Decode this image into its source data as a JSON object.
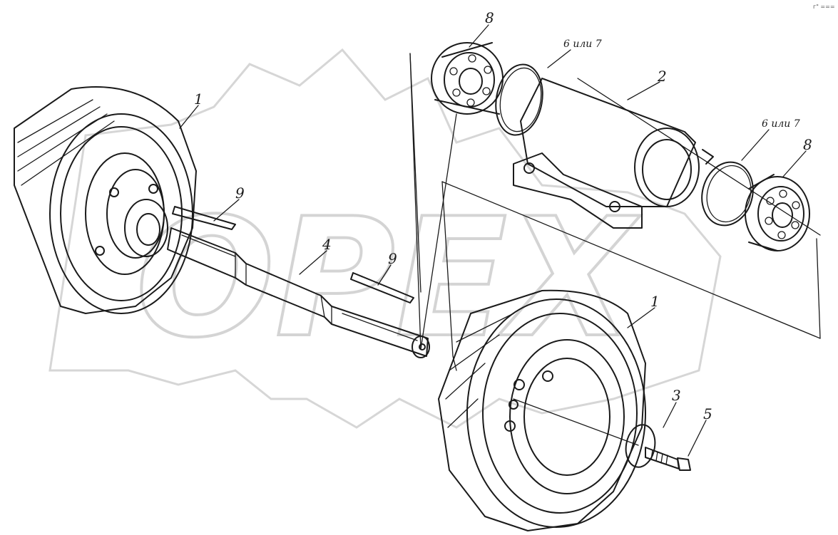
{
  "watermark": {
    "text": "OPEX"
  },
  "callouts": {
    "wheel_left": "1",
    "wheel_right": "1",
    "housing": "2",
    "washer": "3",
    "shaft": "4",
    "bolt": "5",
    "ring_top": "6 или 7",
    "ring_right": "6 или 7",
    "bearing_top": "8",
    "bearing_right": "8",
    "key_top": "9",
    "key_mid": "9"
  },
  "corner_mark": "г\" ==="
}
